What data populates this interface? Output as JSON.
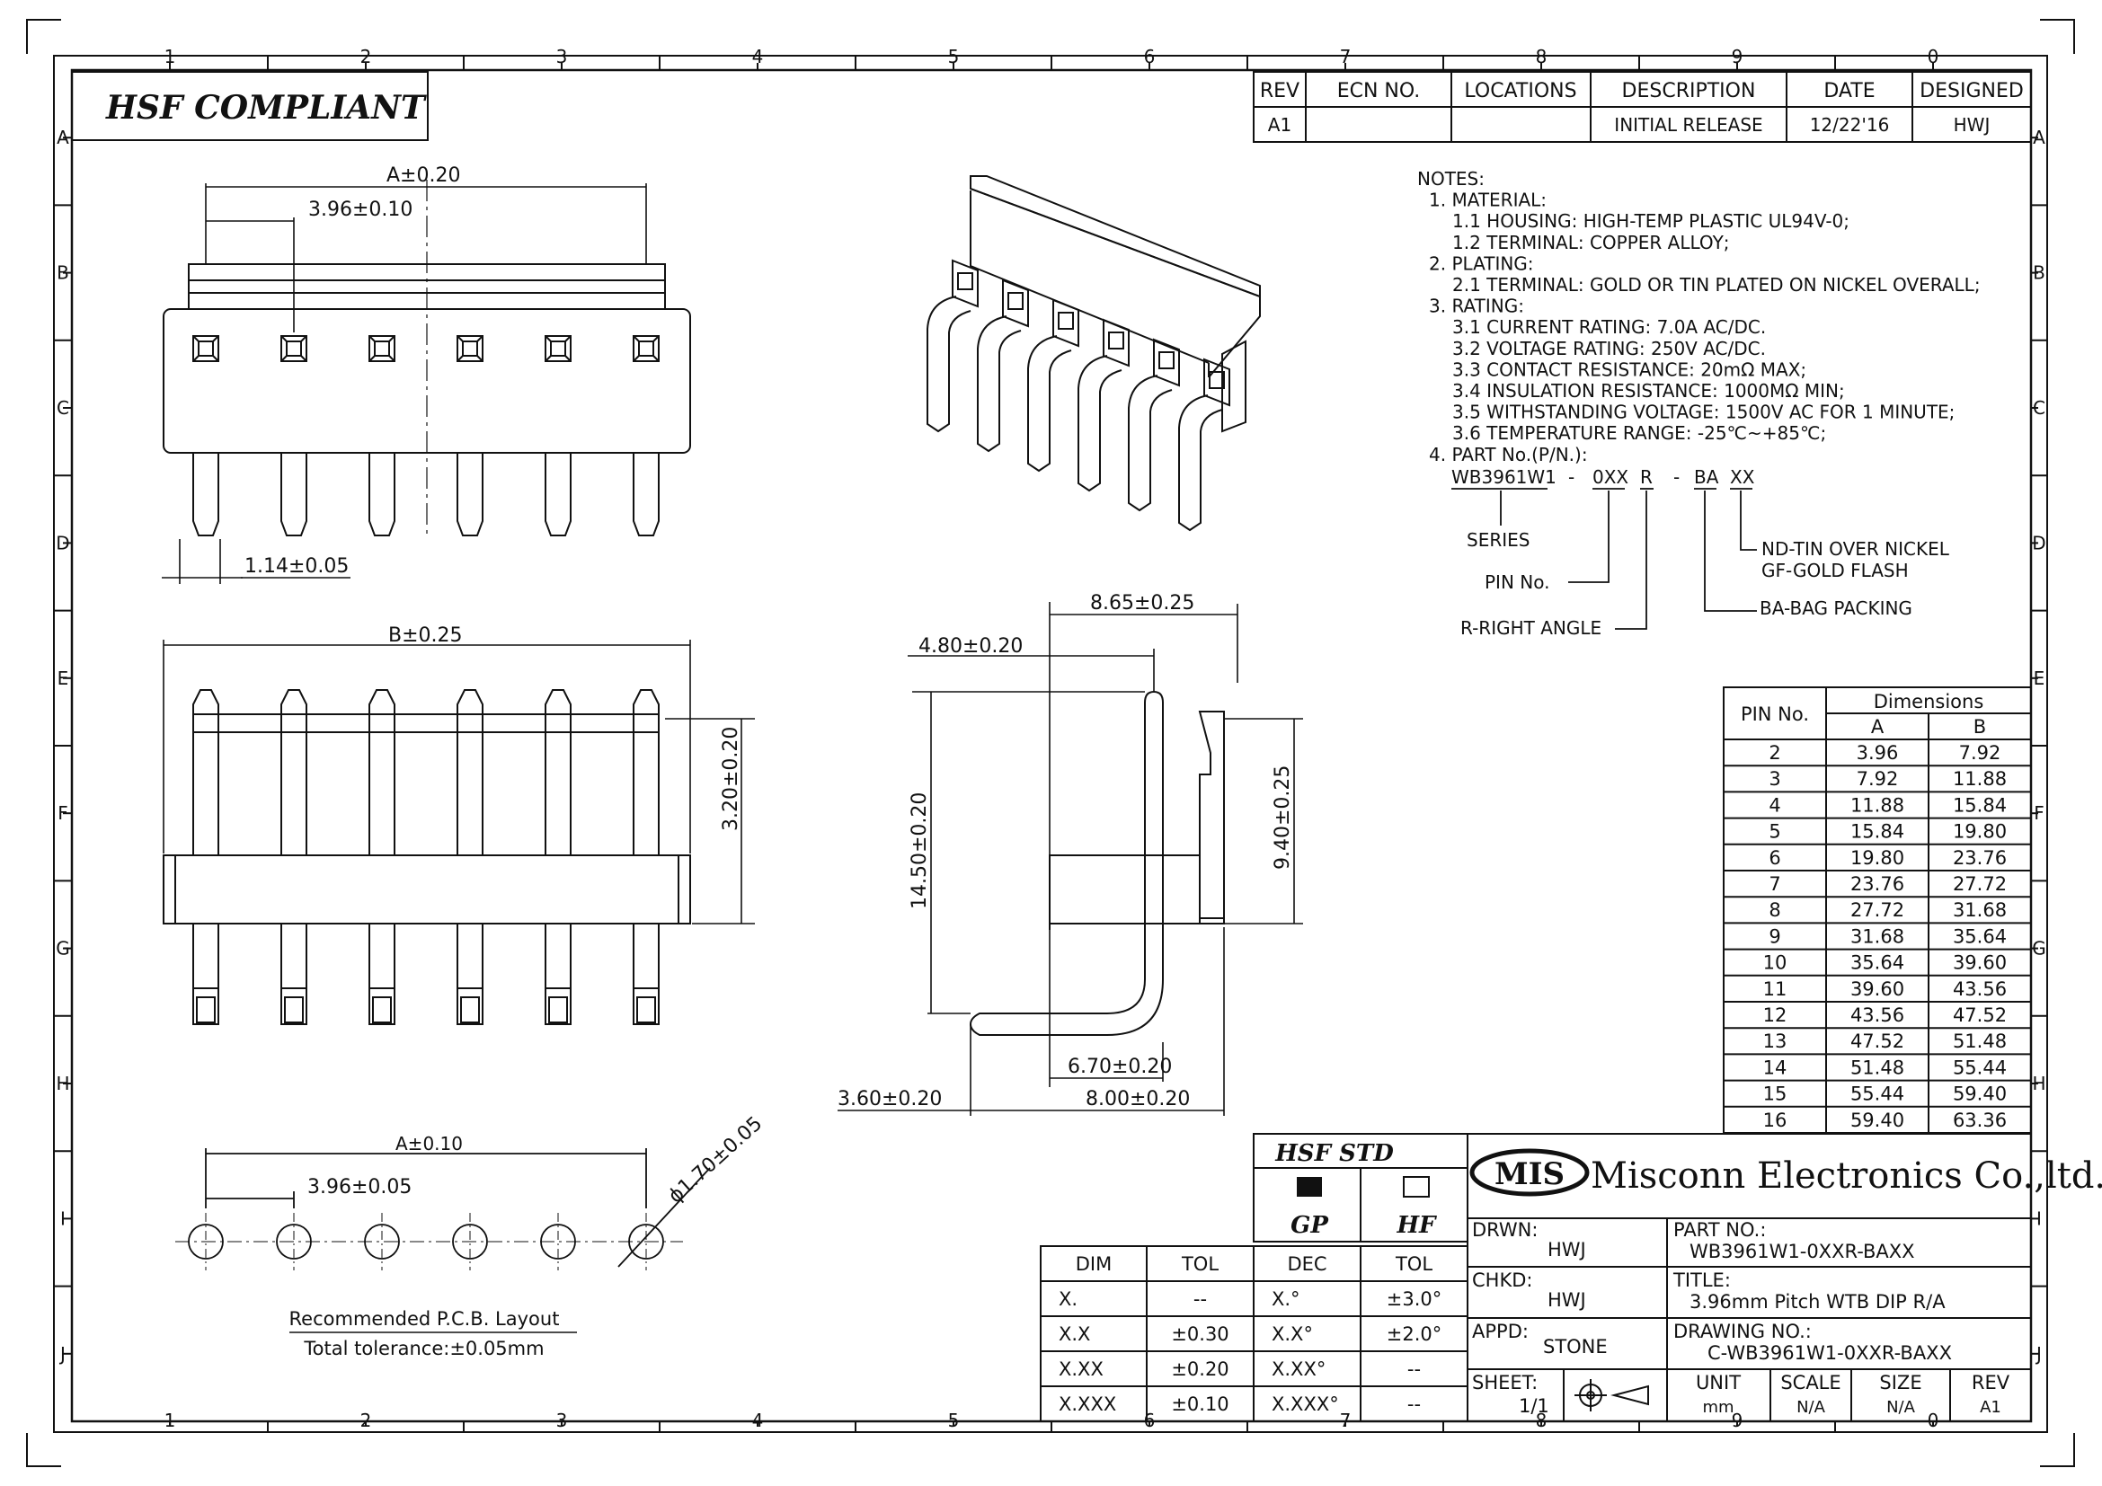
{
  "frame": {
    "cols": [
      "1",
      "2",
      "3",
      "4",
      "5",
      "6",
      "7",
      "8",
      "9",
      "0"
    ],
    "rows": [
      "A",
      "B",
      "C",
      "D",
      "E",
      "F",
      "G",
      "H",
      "I",
      "J"
    ]
  },
  "compliance": "HSF COMPLIANT",
  "revision_table": {
    "headers": [
      "REV",
      "ECN NO.",
      "LOCATIONS",
      "DESCRIPTION",
      "DATE",
      "DESIGNED"
    ],
    "rows": [
      [
        "A1",
        "",
        "",
        "INITIAL RELEASE",
        "12/22'16",
        "HWJ"
      ]
    ]
  },
  "notes": {
    "lines": [
      "NOTES:",
      "1. MATERIAL:",
      "1.1 HOUSING:  HIGH-TEMP PLASTIC UL94V-0;",
      "1.2 TERMINAL:  COPPER ALLOY;",
      "2. PLATING:",
      "2.1 TERMINAL:  GOLD OR TIN PLATED ON NICKEL OVERALL;",
      "3. RATING:",
      "3.1 CURRENT RATING:  7.0A AC/DC.",
      "3.2 VOLTAGE RATING:  250V AC/DC.",
      "3.3 CONTACT RESISTANCE:  20mΩ MAX;",
      "3.4 INSULATION RESISTANCE:  1000MΩ MIN;",
      "3.5 WITHSTANDING VOLTAGE:  1500V AC FOR 1 MINUTE;",
      "3.6 TEMPERATURE RANGE:  -25℃~+85℃;",
      "4. PART No.(P/N.):"
    ]
  },
  "part_number_legend": {
    "p1": "WB3961W1",
    "dash1": "-",
    "p2": "0XX",
    "p3": "R",
    "dash2": "-",
    "p4": "BA",
    "p5": "XX",
    "series": "SERIES",
    "pin_no": "PIN No.",
    "right_angle": "R-RIGHT ANGLE",
    "bag": "BA-BAG PACKING",
    "nd": "ND-TIN OVER NICKEL",
    "gf": "GF-GOLD FLASH"
  },
  "dimensions": {
    "top_a": "A±0.20",
    "top_pitch": "3.96±0.10",
    "pin_width": "1.14±0.05",
    "front_b": "B±0.25",
    "front_h": "3.20±0.20",
    "side_overall": "8.65±0.25",
    "side_4_80": "4.80±0.20",
    "side_14_50": "14.50±0.20",
    "side_9_40": "9.40±0.25",
    "side_6_70": "6.70±0.20",
    "side_3_60": "3.60±0.20",
    "side_8_00": "8.00±0.20",
    "pcb_a": "A±0.10",
    "pcb_pitch": "3.96±0.05",
    "pcb_hole": "ϕ1.70±0.05"
  },
  "pcb_caption": {
    "title": "Recommended P.C.B. Layout",
    "tolerance": "Total tolerance:±0.05mm"
  },
  "pin_table": {
    "col_pin": "PIN No.",
    "col_dims": "Dimensions",
    "col_a": "A",
    "col_b": "B",
    "rows": [
      [
        "2",
        "3.96",
        "7.92"
      ],
      [
        "3",
        "7.92",
        "11.88"
      ],
      [
        "4",
        "11.88",
        "15.84"
      ],
      [
        "5",
        "15.84",
        "19.80"
      ],
      [
        "6",
        "19.80",
        "23.76"
      ],
      [
        "7",
        "23.76",
        "27.72"
      ],
      [
        "8",
        "27.72",
        "31.68"
      ],
      [
        "9",
        "31.68",
        "35.64"
      ],
      [
        "10",
        "35.64",
        "39.60"
      ],
      [
        "11",
        "39.60",
        "43.56"
      ],
      [
        "12",
        "43.56",
        "47.52"
      ],
      [
        "13",
        "47.52",
        "51.48"
      ],
      [
        "14",
        "51.48",
        "55.44"
      ],
      [
        "15",
        "55.44",
        "59.40"
      ],
      [
        "16",
        "59.40",
        "63.36"
      ]
    ]
  },
  "tolerance_table": {
    "headers": [
      "DIM",
      "TOL",
      "DEC",
      "TOL"
    ],
    "rows": [
      [
        "X.",
        "--",
        "X.°",
        "±3.0°"
      ],
      [
        "X.X",
        "±0.30",
        "X.X°",
        "±2.0°"
      ],
      [
        "X.XX",
        "±0.20",
        "X.XX°",
        "--"
      ],
      [
        "X.XXX",
        "±0.10",
        "X.XXX°",
        "--"
      ]
    ]
  },
  "hsf_std": {
    "title": "HSF STD",
    "gp": "GP",
    "hf": "HF"
  },
  "title_block": {
    "logo_abbr": "MIS",
    "company": "Misconn Electronics Co.,ltd.",
    "drwn_label": "DRWN:",
    "drwn": "HWJ",
    "chkd_label": "CHKD:",
    "chkd": "HWJ",
    "appd_label": "APPD:",
    "appd": "STONE",
    "part_label": "PART NO.:",
    "part": "WB3961W1-0XXR-BAXX",
    "title_label": "TITLE:",
    "title": "3.96mm Pitch WTB DIP R/A",
    "drawing_label": "DRAWING NO.:",
    "drawing": "C-WB3961W1-0XXR-BAXX",
    "sheet_label": "SHEET:",
    "sheet": "1/1",
    "unit_label": "UNIT",
    "unit": "mm",
    "scale_label": "SCALE",
    "scale": "N/A",
    "size_label": "SIZE",
    "size": "N/A",
    "rev_label": "REV",
    "rev": "A1"
  }
}
